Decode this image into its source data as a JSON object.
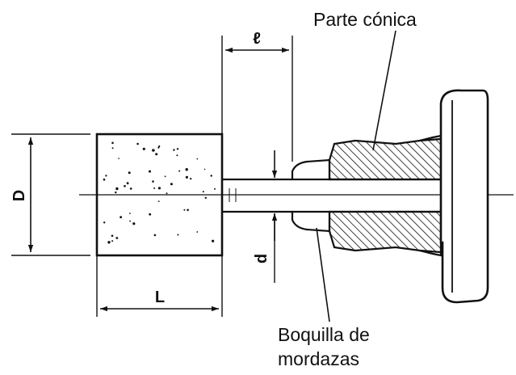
{
  "labels": {
    "diameter_D": "D",
    "length_L": "L",
    "length_l": "ℓ",
    "shank_d": "d",
    "callout_top": "Parte cónica",
    "callout_bottom_line1": "Boquilla de",
    "callout_bottom_line2": "mordazas"
  },
  "colors": {
    "ink": "#111111",
    "background": "#ffffff"
  }
}
